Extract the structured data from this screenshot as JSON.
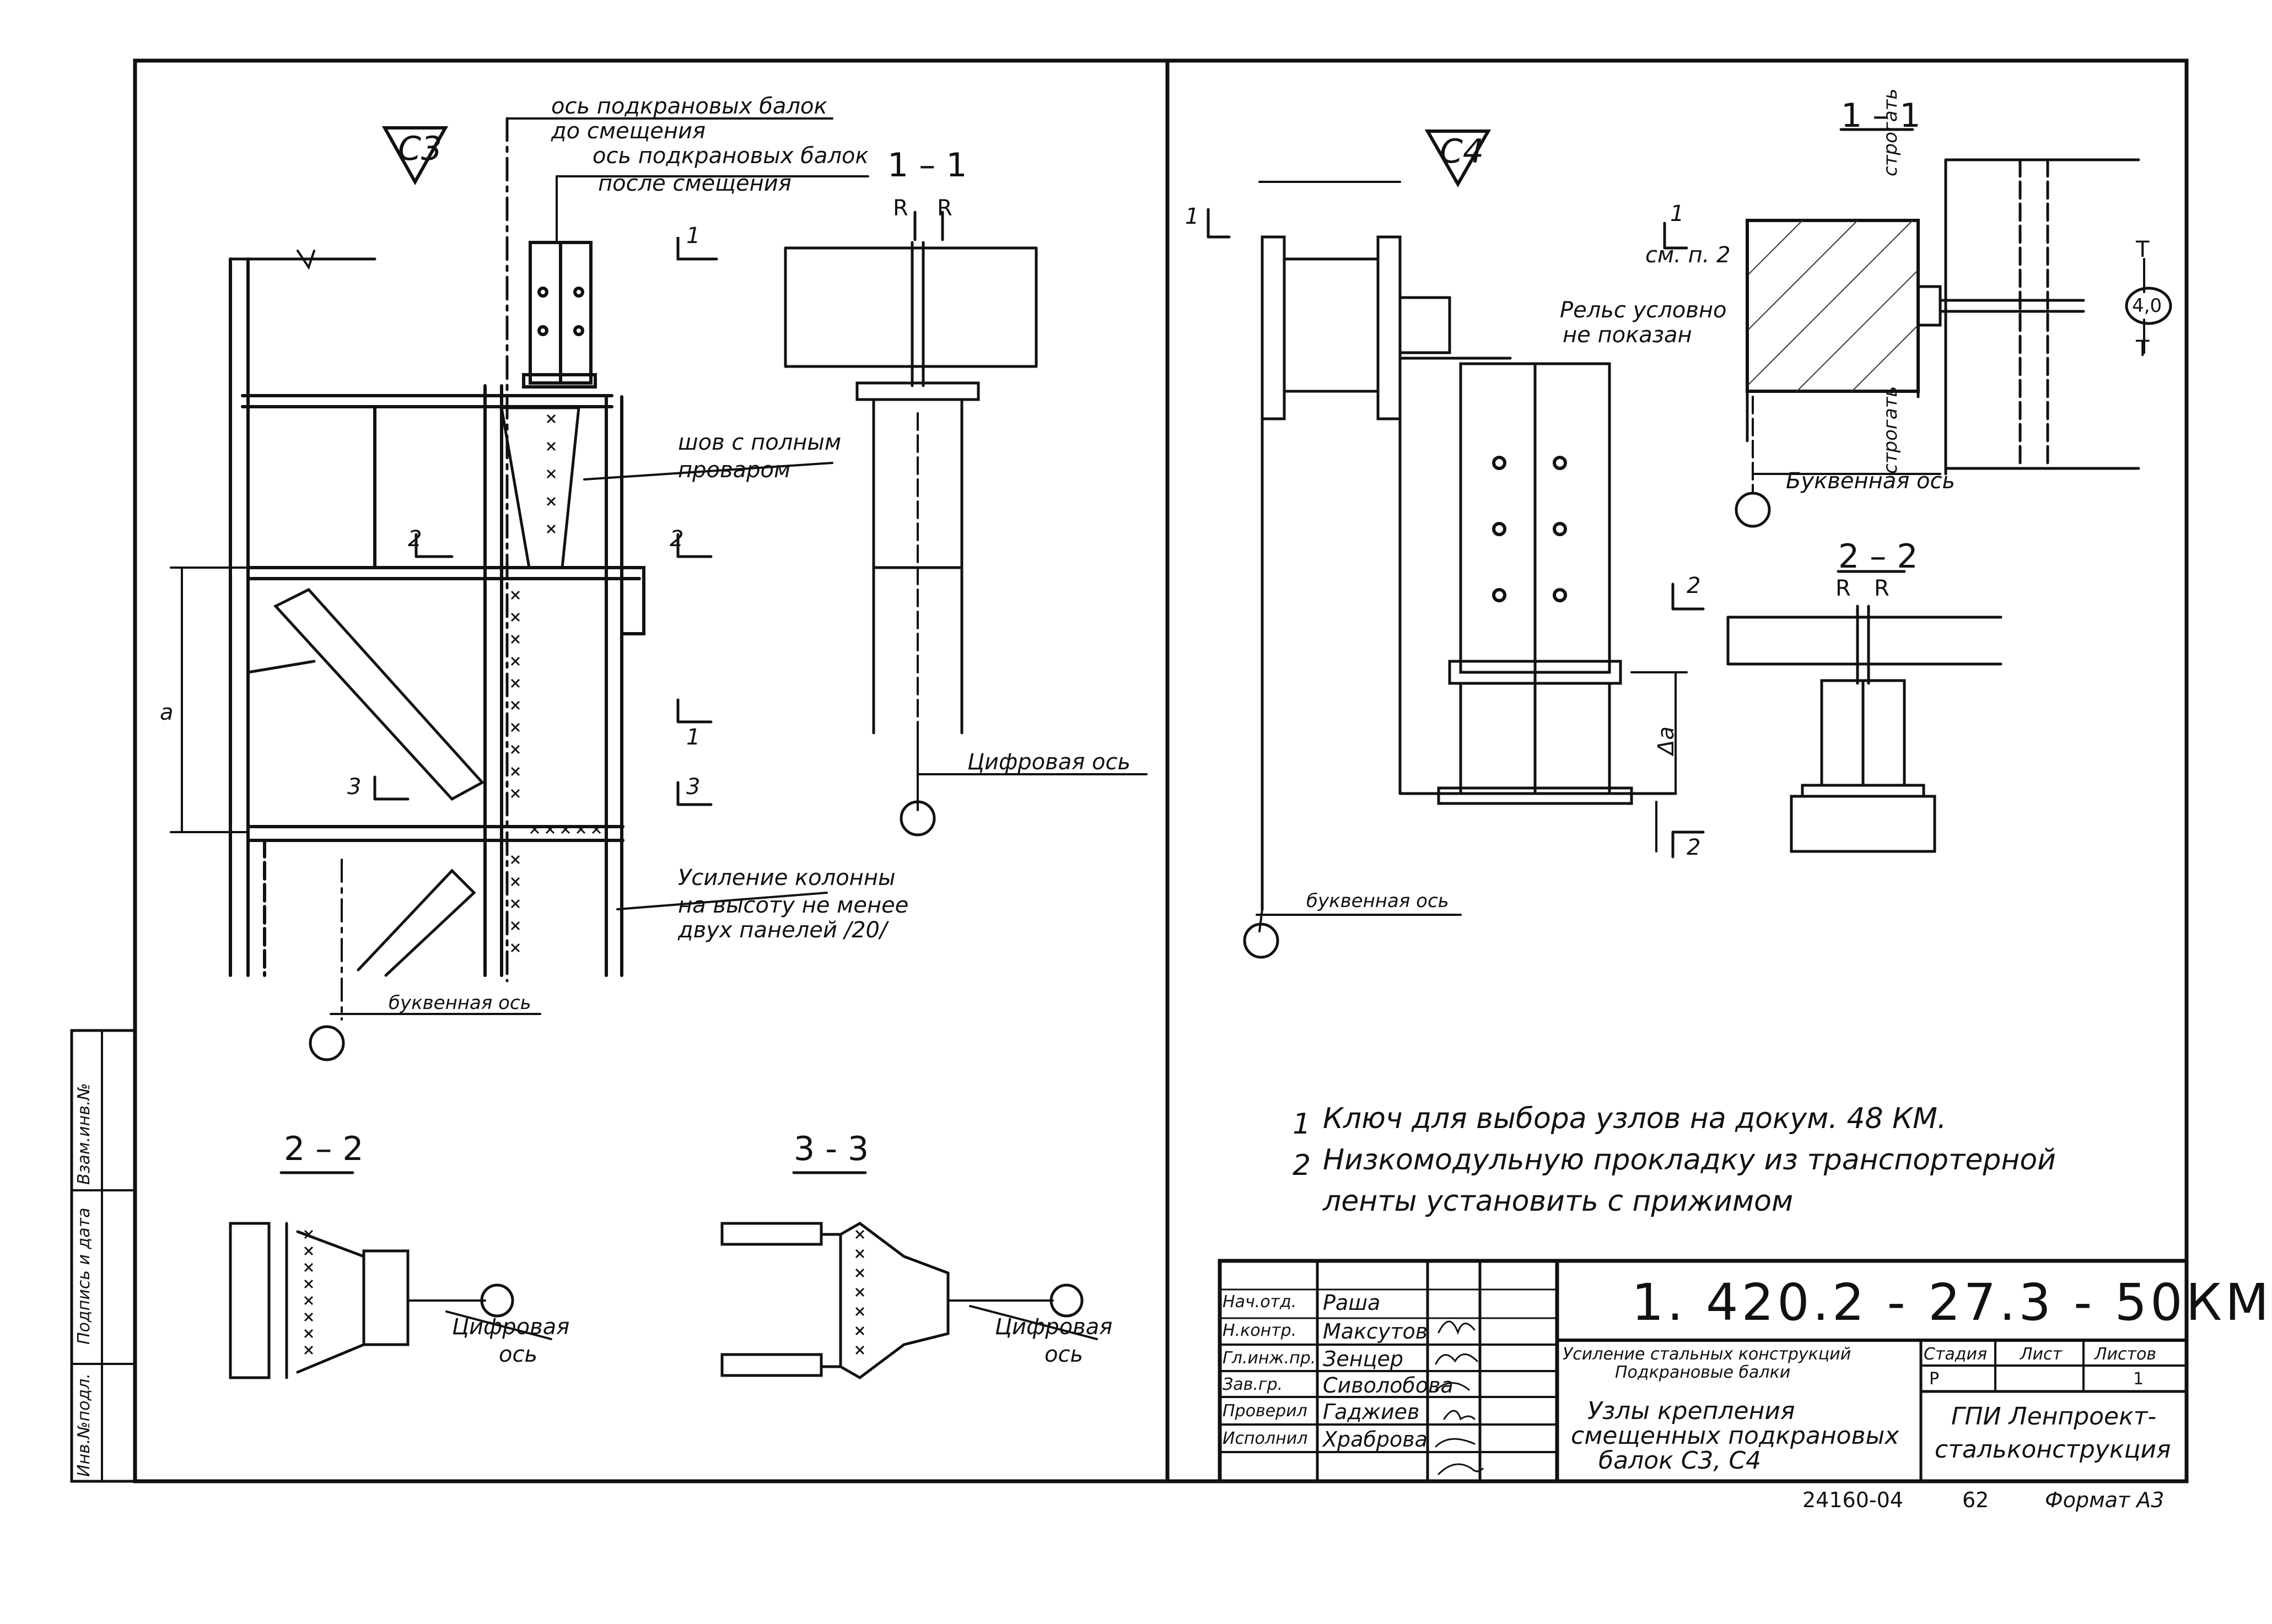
{
  "left": {
    "node_tag": "С3",
    "axis_before_1": "ось подкрановых балок",
    "axis_before_2": "до смещения",
    "axis_after_1": "ось подкрановых балок",
    "axis_after_2": "после смещения",
    "weld_1": "шов с полным",
    "weld_2": "проваром",
    "reinf_1": "Усиление колонны",
    "reinf_2": "на высоту не менее",
    "reinf_3": "двух панелей /20/",
    "letter_axis": "буквенная ось",
    "dim_a": "а",
    "cut1_mark": "1",
    "cut2_mark": "2",
    "cut3_mark": "3",
    "section_1_1": "1 – 1",
    "section_1_1_R": "R",
    "section_1_1_digital_axis": "Цифровая ось",
    "section_2_2": "2 – 2",
    "section_2_2_axis_1": "Цифровая",
    "section_2_2_axis_2": "ось",
    "section_3_3": "3 - 3",
    "section_3_3_axis_1": "Цифровая",
    "section_3_3_axis_2": "ось"
  },
  "right": {
    "node_tag": "С4",
    "key_mark": "1",
    "section_1_1": "1 – 1",
    "see_note_mark": "1",
    "see_note": "см. п. 2",
    "rail_1": "Рельс условно",
    "rail_2": "не показан",
    "planed_1": "строгать",
    "planed_2": "строгать",
    "T": "T",
    "dim_40": "4,0",
    "letter_axis_top": "Буквенная ось",
    "section_2_2": "2 – 2",
    "section_2_2_R": "R",
    "cut2_mark": "2",
    "dim_delta_a": "Δа",
    "letter_axis_bottom": "буквенная ось"
  },
  "notes": [
    {
      "num": "1",
      "text": "Ключ для выбора узлов на докум. 48 КМ."
    },
    {
      "num": "2",
      "text": "Низкомодульную прокладку из транспортерной"
    },
    {
      "num": "",
      "text": "ленты установить с прижимом"
    }
  ],
  "stamp": {
    "code": "1. 420.2 - 27.3 - 50КМ",
    "object_1": "Усиление стальных конструкций",
    "object_2": "Подкрановые балки",
    "title_1": "Узлы  крепления",
    "title_2": "смещенных  подкрановых",
    "title_3": "балок  С3, С4",
    "stage_label": "Стадия",
    "sheet_label": "Лист",
    "sheets_label": "Листов",
    "stage": "Р",
    "sheets": "1",
    "org_1": "ГПИ Ленпроект-",
    "org_2": "стальконструкция",
    "roles": [
      {
        "role": "Нач.отд.",
        "name": "Раша"
      },
      {
        "role": "Н.контр.",
        "name": "Максутов"
      },
      {
        "role": "Гл.инж.пр.",
        "name": "Зенцер"
      },
      {
        "role": "Зав.гр.",
        "name": "Сиволобова"
      },
      {
        "role": "Проверил",
        "name": "Гаджиев"
      },
      {
        "role": "Исполнил",
        "name": "Храброва"
      }
    ]
  },
  "side_stamp": {
    "inv_podl": "Инв.№подл.",
    "podpis": "Подпись и дата",
    "vzam": "Взам.инв.№"
  },
  "footer": {
    "archive": "24160-04",
    "page": "62",
    "format": "Формат А3"
  }
}
